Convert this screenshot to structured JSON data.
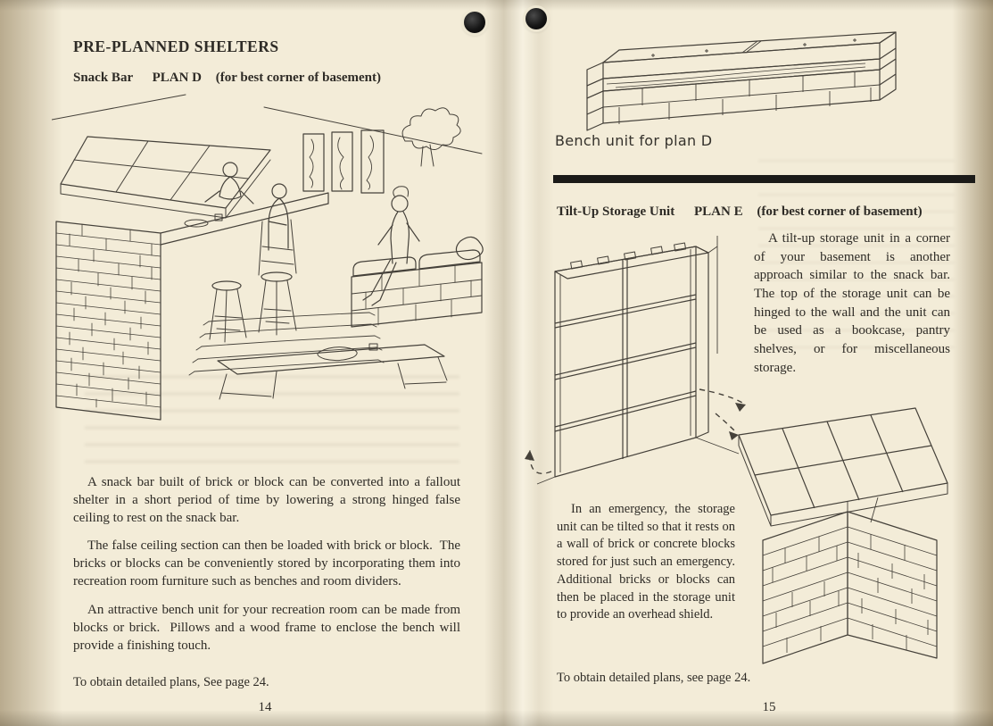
{
  "colors": {
    "paper": "#f3ecd8",
    "ink": "#2e2b26",
    "rule": "#1b1a18"
  },
  "illustrations": {
    "left_scene": "snack bar recreation room scene",
    "bench_unit": "brick bench unit with cushions",
    "storage_upright": "tilt-up storage unit standing against wall",
    "storage_tilted": "storage unit tilted onto brick wall"
  },
  "left_page": {
    "title": "PRE-PLANNED SHELTERS",
    "heading": {
      "name": "Snack Bar",
      "plan": "PLAN D",
      "note": "(for best corner of basement)"
    },
    "paragraphs": [
      "A snack bar built of brick or block can be converted into a fallout shelter in a short period of time by lowering a strong hinged false ceiling to rest on the snack bar.",
      "The false ceiling section can then be loaded with brick or block.  The bricks or blocks can be conveniently stored by incorporating them into recreation room furniture such as benches and room dividers.",
      "An attractive bench unit for your recreation room can be made from blocks or brick.  Pillows and a wood frame to enclose the bench will provide a finishing touch."
    ],
    "footer": "To obtain detailed plans, See page 24.",
    "page_number": "14"
  },
  "right_page": {
    "bench_caption": "Bench unit for plan D",
    "heading": {
      "name": "Tilt-Up Storage Unit",
      "plan": "PLAN E",
      "note": "(for best corner of basement)"
    },
    "paragraph_top": "A tilt-up storage unit in a corner of your basement is another approach similar to the snack bar.  The top of the storage unit can be hinged to the wall and the unit can be used as a bookcase, pantry shelves, or for miscellaneous storage.",
    "paragraph_bottom": "In an emergency, the storage unit can be tilted so that it rests on a wall of brick or concrete blocks stored for just such an emergency.  Additional bricks or blocks can then be placed in the storage unit to provide an overhead shield.",
    "footer": "To obtain detailed plans, see page 24.",
    "page_number": "15"
  }
}
